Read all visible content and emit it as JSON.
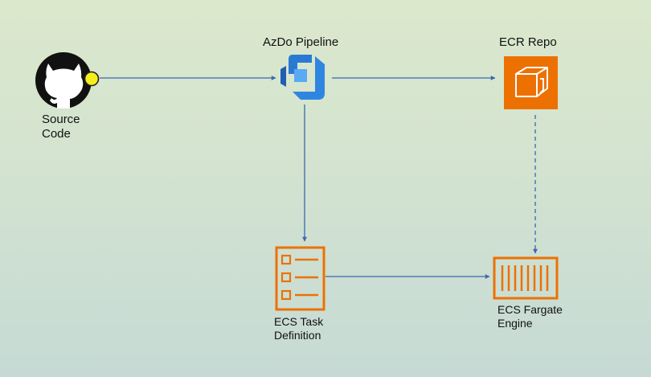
{
  "nodes": {
    "source": {
      "label_line1": "Source",
      "label_line2": "Code",
      "icon": "github-icon"
    },
    "pipeline": {
      "label": "AzDo Pipeline",
      "icon": "azure-devops-pipelines-icon"
    },
    "ecr": {
      "label": "ECR Repo",
      "icon": "aws-ecr-repository-icon"
    },
    "task_def": {
      "label_line1": "ECS Task",
      "label_line2": "Definition",
      "icon": "ecs-task-definition-icon"
    },
    "fargate": {
      "label_line1": "ECS Fargate",
      "label_line2": "Engine",
      "icon": "ecs-fargate-container-icon"
    }
  },
  "edges": [
    {
      "from": "source",
      "to": "pipeline",
      "style": "solid"
    },
    {
      "from": "pipeline",
      "to": "ecr",
      "style": "solid"
    },
    {
      "from": "pipeline",
      "to": "task_def",
      "style": "solid"
    },
    {
      "from": "ecr",
      "to": "fargate",
      "style": "dashed"
    },
    {
      "from": "task_def",
      "to": "fargate",
      "style": "solid"
    }
  ],
  "colors": {
    "arrow": "#3a67b0",
    "aws_orange": "#ed7100",
    "github_black": "#111111",
    "azure_blue": "#2a7ad4",
    "status_dot": "#f5ee1a"
  }
}
